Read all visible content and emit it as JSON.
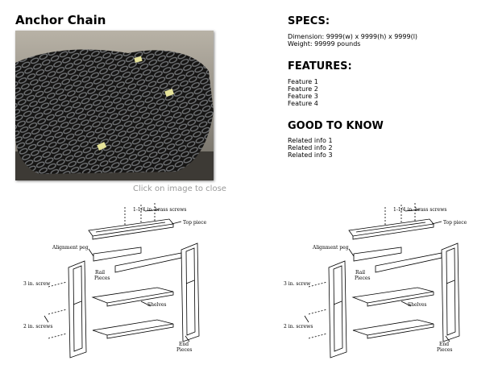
{
  "product": {
    "title": "Anchor Chain",
    "image_caption": "Click on image to close"
  },
  "specs": {
    "heading": "SPECS:",
    "dimension": "Dimension: 9999(w) x 9999(h) x 9999(l)",
    "weight": "Weight: 99999 pounds"
  },
  "features": {
    "heading": "FEATURES:",
    "items": [
      "Feature 1",
      "Feature 2",
      "Feature 3",
      "Feature 4"
    ]
  },
  "good_to_know": {
    "heading": "GOOD TO KNOW",
    "items": [
      "Related info 1",
      "Related info 2",
      "Related info 3"
    ]
  },
  "diagram": {
    "labels": {
      "brass_screws": "1-1/4 in. brass screws",
      "top_piece": "Top piece",
      "alignment_peg": "Alignment peg",
      "rail": "Rail",
      "pieces": "Pieces",
      "screw_3in": "3 in. screw",
      "shelves": "Shelves",
      "screws_2in": "2 in. screws",
      "end": "End",
      "end_pieces": "Pieces"
    }
  },
  "colors": {
    "caption": "#9a9a9a",
    "photo_background": "#2c2a27"
  }
}
